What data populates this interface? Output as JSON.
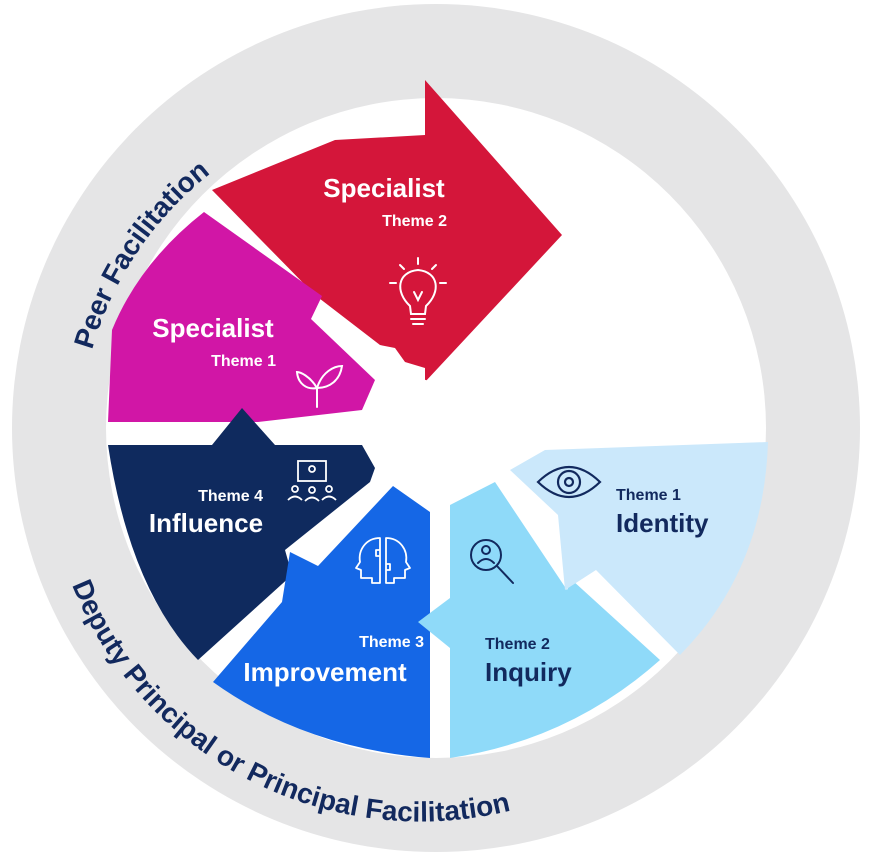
{
  "ring": {
    "top_label": "Peer Facilitation",
    "bottom_label": "Deputy Principal or Principal Facilitation"
  },
  "segments": [
    {
      "id": "specialist-2",
      "theme": "Theme 2",
      "title": "Specialist",
      "icon": "lightbulb-icon",
      "color": "#d4163a"
    },
    {
      "id": "specialist-1",
      "theme": "Theme 1",
      "title": "Specialist",
      "icon": "sprout-icon",
      "color": "#d116a6"
    },
    {
      "id": "influence",
      "theme": "Theme 4",
      "title": "Influence",
      "icon": "presentation-group-icon",
      "color": "#0f2a5e"
    },
    {
      "id": "improvement",
      "theme": "Theme 3",
      "title": "Improvement",
      "icon": "puzzle-heads-icon",
      "color": "#1567e6"
    },
    {
      "id": "inquiry",
      "theme": "Theme 2",
      "title": "Inquiry",
      "icon": "search-person-icon",
      "color": "#8fdaf9"
    },
    {
      "id": "identity",
      "theme": "Theme 1",
      "title": "Identity",
      "icon": "eye-icon",
      "color": "#cbe8fb"
    }
  ],
  "colors": {
    "ring": "#e5e5e6",
    "navy": "#12295e",
    "white": "#ffffff"
  }
}
